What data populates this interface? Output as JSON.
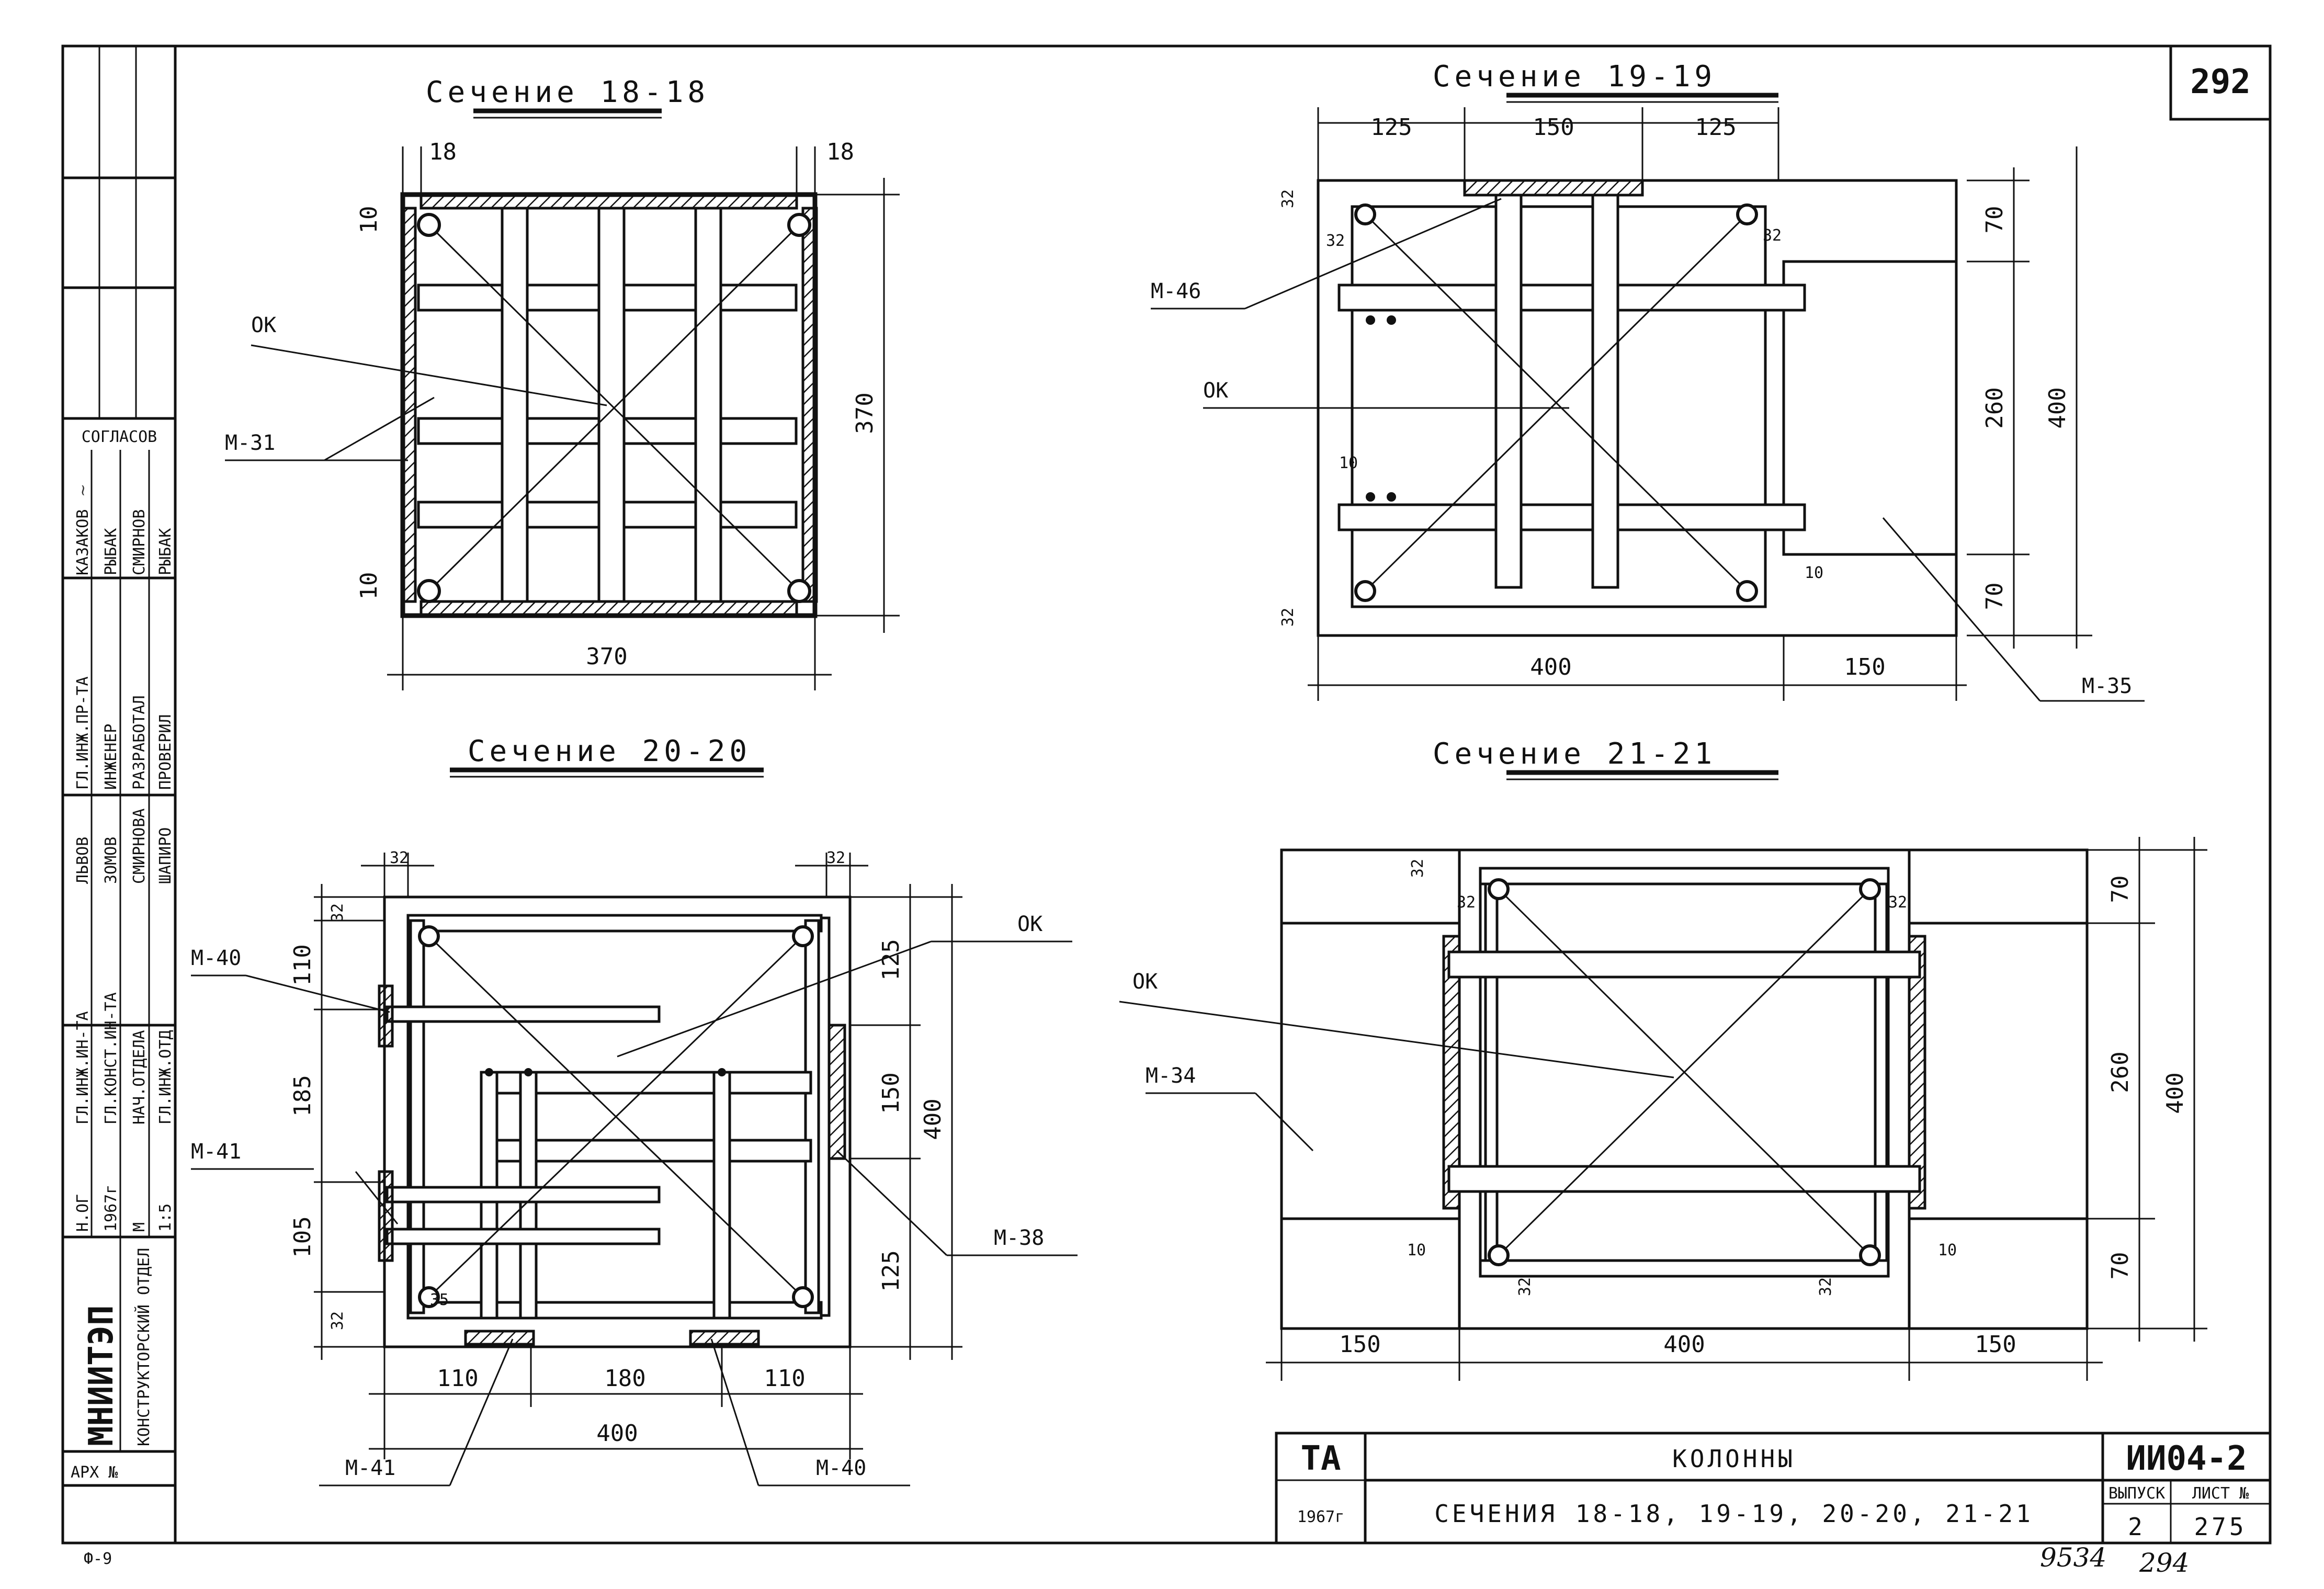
{
  "page_number": "292",
  "sections": {
    "s18": {
      "title": "Сечение 18-18",
      "dims": {
        "top_left": "18",
        "top_right": "18",
        "left_top": "10",
        "left_bottom": "10",
        "right": "370",
        "bottom": "370"
      },
      "labels": {
        "ok": "ОК",
        "m": "М-31"
      }
    },
    "s19": {
      "title": "Сечение 19-19",
      "dims": {
        "t1": "125",
        "t2": "150",
        "t3": "125",
        "l1": "32",
        "l2": "32",
        "l3": "10",
        "l4": "32",
        "r1": "32",
        "r2": "10",
        "rv1": "70",
        "rv2": "260",
        "rv3": "70",
        "rv_total": "400",
        "b1": "400",
        "b2": "150"
      },
      "labels": {
        "m46": "М-46",
        "ok": "ОК",
        "m35": "М-35"
      }
    },
    "s20": {
      "title": "Сечение 20-20",
      "dims": {
        "t1": "32",
        "t2": "32",
        "l1": "32",
        "l2": "110",
        "l3": "185",
        "l4": "105",
        "l5": "32",
        "r1": "125",
        "r2": "150",
        "r3": "125",
        "r_total": "400",
        "b1": "110",
        "b2": "180",
        "b3": "110",
        "b_total": "400",
        "small": "35"
      },
      "labels": {
        "m40a": "М-40",
        "m41a": "М-41",
        "ok": "ОК",
        "m38": "М-38",
        "m41b": "М-41",
        "m40b": "М-40"
      }
    },
    "s21": {
      "title": "Сечение 21-21",
      "dims": {
        "l1": "32",
        "l2": "32",
        "l3": "10",
        "l4": "32",
        "r1": "32",
        "r2": "32",
        "r3": "10",
        "rv1": "70",
        "rv2": "260",
        "rv3": "70",
        "rv_total": "400",
        "b1": "150",
        "b2": "400",
        "b3": "150"
      },
      "labels": {
        "ok": "ОК",
        "m34": "М-34"
      }
    }
  },
  "stamp": {
    "header": "СОГЛАСОВ",
    "col1": [
      "КАЗАКОВ",
      "РЫБАК",
      "СМИРНОВ",
      "РЫБАК"
    ],
    "roles": [
      "ГЛ.ИНЖ.ПР-ТА",
      "ИНЖЕНЕР",
      "РАЗРАБОТАЛ",
      "ПРОВЕРИЛ"
    ],
    "names": [
      "ЛЬВОВ",
      "ЗОМОВ",
      "СМИРНОВА",
      "ШАПИРО"
    ],
    "roles2": [
      "ГЛ.ИНЖ.ИН-ТА",
      "ГЛ.КОНСТ.ИН-ТА",
      "НАЧ.ОТДЕЛА",
      "ГЛ.ИНЖ.ОТД."
    ],
    "meta": [
      "Н.ОГ",
      "1967г",
      "М",
      "1:5"
    ],
    "institute": "МНИИТЭП",
    "department": "КОНСТРУКТОРСКИЙ ОТДЕЛ",
    "archive": "АРХ №",
    "corner": "Ф-9"
  },
  "title_block": {
    "org": "ТА",
    "year": "1967г",
    "title": "КОЛОННЫ",
    "subtitle": "СЕЧЕНИЯ 18-18, 19-19, 20-20, 21-21",
    "code": "ИИ04-2",
    "issue_label": "ВЫПУСК",
    "sheet_label": "ЛИСТ №",
    "issue": "2",
    "sheet": "275",
    "footer_left": "9534",
    "footer_right": "294"
  }
}
